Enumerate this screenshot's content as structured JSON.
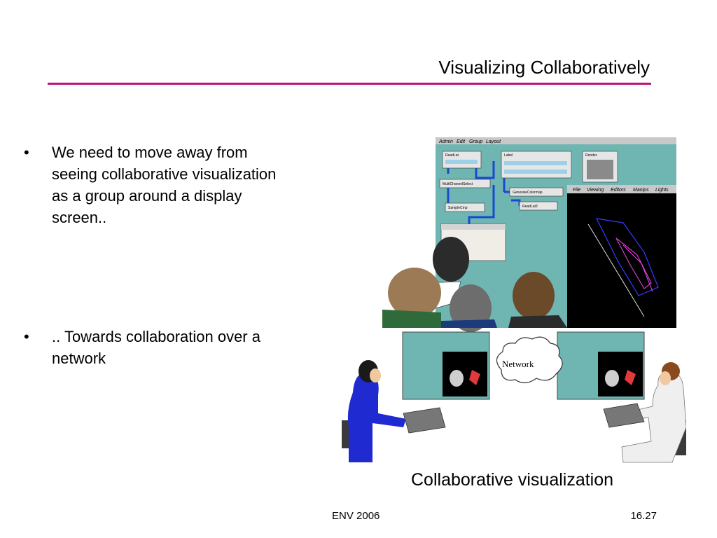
{
  "slide": {
    "title": "Visualizing Collaboratively",
    "accent_color": "#c0127a"
  },
  "bullets": [
    {
      "marker": "•",
      "text": "We need to move away from seeing collaborative visualization as a group around a display screen.."
    },
    {
      "marker": "•",
      "text": ".. Towards collaboration over a network"
    }
  ],
  "figure": {
    "top_menu": [
      "Admin",
      "Edit",
      "Group",
      "Layout"
    ],
    "viewer_menu": [
      "File",
      "Viewing",
      "Editors",
      "Manips",
      "Lights"
    ],
    "modules": [
      "ReadLat",
      "Label",
      "Render",
      "MultiChannelSelect",
      "GenerateColormap",
      "SampleCmp",
      "ReadLat3"
    ],
    "network_label": "Network"
  },
  "caption": "Collaborative visualization",
  "footer": {
    "left": "ENV 2006",
    "right": "16.27"
  }
}
